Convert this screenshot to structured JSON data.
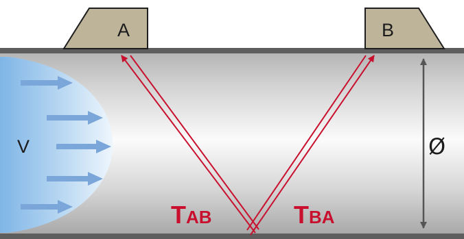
{
  "transducers": {
    "a": {
      "label": "A"
    },
    "b": {
      "label": "B"
    }
  },
  "flow": {
    "velocity_label": "V"
  },
  "pipe": {
    "diameter_symbol": "Ø"
  },
  "signals": {
    "t_ab": {
      "main": "T",
      "sub": "AB"
    },
    "t_ba": {
      "main": "T",
      "sub": "BA"
    }
  },
  "colors": {
    "signal": "#c8102e",
    "transducer_fill": "#bdb49a",
    "pipe_wall": "#5e5e5e",
    "flow_profile": "#8fc1ea",
    "flow_arrow": "#7aa6d9"
  }
}
